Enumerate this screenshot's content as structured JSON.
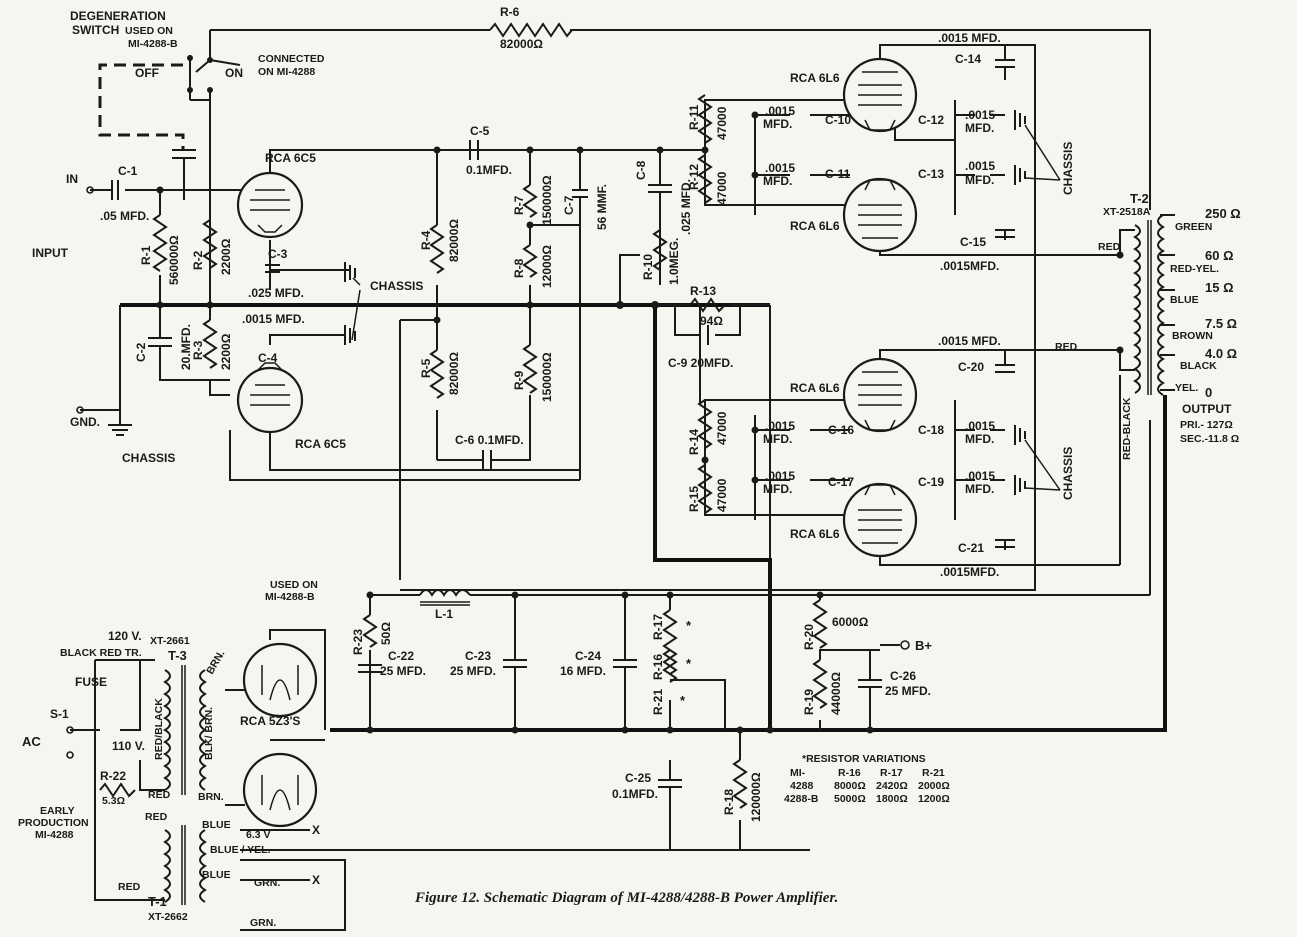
{
  "caption": "Figure 12.  Schematic Diagram of MI-4288/4288-B Power Amplifier.",
  "labels": {
    "degen_1": "DEGENERATION",
    "degen_2": "SWITCH",
    "degen_3": "USED ON",
    "degen_4": "MI-4288-B",
    "off": "OFF",
    "on": "ON",
    "connected_1": "CONNECTED",
    "connected_2": "ON MI-4288",
    "in": "IN",
    "input": "INPUT",
    "gnd": "GND.",
    "chassis": "CHASSIS",
    "output": "OUTPUT",
    "pri": "PRI.- 127Ω",
    "sec": "SEC.-11.8 Ω",
    "used_on_1": "USED ON",
    "used_on_2": "MI-4288-B",
    "bplus": "B+",
    "ac": "AC",
    "fuse": "FUSE",
    "s1": "S-1",
    "v120": "120 V.",
    "v110": "110 V.",
    "black_red_tr": "BLACK RED TR.",
    "early_1": "EARLY",
    "early_2": "PRODUCTION",
    "early_3": "MI-4288",
    "red": "RED",
    "red_black": "RED-BLACK",
    "red_black_slash": "RED/BLACK",
    "brn": "BRN.",
    "blk_brn": "BLK/ BRN.",
    "blue": "BLUE",
    "blue_yel": "BLUE / YEL.",
    "grn": "GRN.",
    "v63": "6.3 V",
    "x": "X"
  },
  "tubes": {
    "v1": "RCA 6C5",
    "v2": "RCA 6C5",
    "v3": "RCA 6L6",
    "v4": "RCA 6L6",
    "v5": "RCA 6L6",
    "v6": "RCA 6L6",
    "rect": "RCA 5Z3'S"
  },
  "components": {
    "r6": "R-6",
    "r6v": "82000Ω",
    "c1": "C-1",
    "c1v": ".05 MFD.",
    "r1": "R-1",
    "r1v": "560000Ω",
    "r2": "R-2",
    "r2v": "2200Ω",
    "r3": "R-3",
    "r3v": "2200Ω",
    "c2": "C-2",
    "c2v": "20.MFD.",
    "c3": "C-3",
    "c3v": ".025 MFD.",
    "c4": "C-4",
    "c4v": ".0015 MFD.",
    "c5": "C-5",
    "c5v": "0.1MFD.",
    "r4": "R-4",
    "r4v": "82000Ω",
    "r5": "R-5",
    "r5v": "82000Ω",
    "r7": "R-7",
    "r7v": "150000Ω",
    "r8": "R-8",
    "r8v": "12000Ω",
    "r9": "R-9",
    "r9v": "150000Ω",
    "c6": "C-6 0.1MFD.",
    "c7": "C-7",
    "c7v": "56 MMF.",
    "c8": "C-8",
    "c8v": ".025 MFD.",
    "r10": "R-10",
    "r10v": "1.0MEG.",
    "r11": "R-11",
    "r11v": "47000",
    "r12": "R-12",
    "r12v": "47000",
    "r13": "R-13",
    "r13v": "94Ω",
    "c9": "C-9 20MFD.",
    "r14": "R-14",
    "r14v": "47000",
    "r15": "R-15",
    "r15v": "47000",
    "c10": "C-10",
    "c11": "C-11",
    "c12": "C-12",
    "c13": "C-13",
    "c14": "C-14",
    "c15": "C-15",
    "c16": "C-16",
    "c17": "C-17",
    "c18": "C-18",
    "c19": "C-19",
    "c20": "C-20",
    "c21": "C-21",
    "mfd0015": ".0015 MFD.",
    "mfd0015a": ".0015",
    "mfd0015b": "MFD.",
    "mfd0015_top": ".0015 MFD.",
    "mfd0015_bot": ".0015MFD.",
    "t2": "T-2",
    "t2v": "XT-2518A",
    "tap250": "250 Ω",
    "tap60": "60 Ω",
    "tap15": "15 Ω",
    "tap75": "7.5 Ω",
    "tap4": "4.0 Ω",
    "tap0": "0",
    "green": "GREEN",
    "redyel": "RED-YEL.",
    "bluet": "BLUE",
    "brown": "BROWN",
    "black": "BLACK",
    "yel": "YEL.",
    "r23": "R-23",
    "r23v": "50Ω",
    "l1": "L-1",
    "c22": "C-22",
    "c22v": "25 MFD.",
    "c23": "C-23",
    "c23v": "25 MFD.",
    "c24": "C-24",
    "c24v": "16 MFD.",
    "r16": "R-16",
    "r17": "R-17",
    "r21": "R-21",
    "r20": "R-20",
    "r20v": "6000Ω",
    "r19": "R-19",
    "r19v": "44000Ω",
    "c26": "C-26",
    "c26v": "25 MFD.",
    "c25": "C-25",
    "c25v": "0.1MFD.",
    "r18": "R-18",
    "r18v": "120000Ω",
    "r22": "R-22",
    "r22v": "5.3Ω",
    "t3": "T-3",
    "t3v": "XT-2661",
    "t1": "T-1",
    "t1v": "XT-2662"
  },
  "variations": {
    "title": "*RESISTOR VARIATIONS",
    "headers": [
      "MI-",
      "R-16",
      "R-17",
      "R-21"
    ],
    "rows": [
      [
        "4288",
        "8000Ω",
        "2420Ω",
        "2000Ω"
      ],
      [
        "4288-B",
        "5000Ω",
        "1800Ω",
        "1200Ω"
      ]
    ]
  }
}
